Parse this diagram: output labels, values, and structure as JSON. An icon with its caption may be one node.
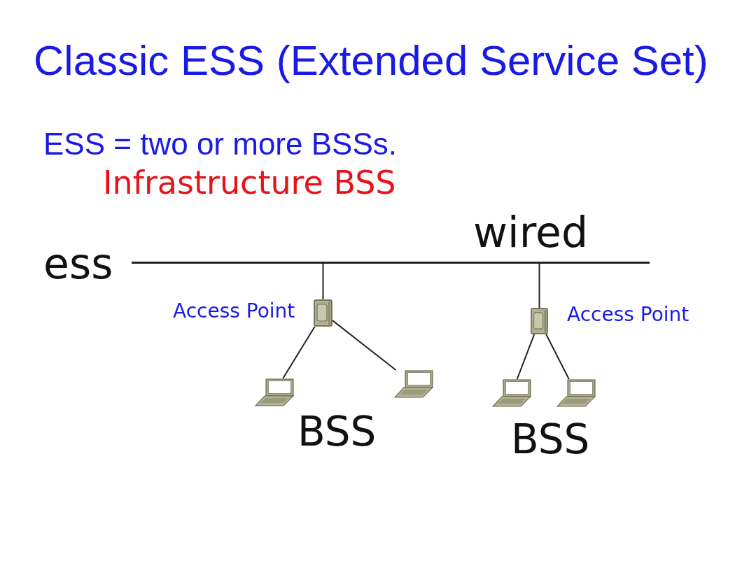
{
  "diagram": {
    "title": "Classic ESS (Extended Service Set)",
    "nodes": [
      {
        "text": [],
        "shape": "bar",
        "beside": [
          "ess",
          "wired"
        ]
      },
      {
        "text": [],
        "shape": "picture",
        "beside": [
          "Access Point"
        ]
      },
      {
        "text": [],
        "shape": "picture",
        "beside": [
          "Access Point"
        ]
      },
      {
        "text": [],
        "shape": "picture"
      },
      {
        "text": [],
        "shape": "picture"
      },
      {
        "text": [],
        "shape": "picture"
      },
      {
        "text": [],
        "shape": "picture"
      }
    ],
    "edges": [
      {
        "from": 0,
        "to": 1,
        "arrow": "none"
      },
      {
        "from": 0,
        "to": 2,
        "arrow": "none"
      },
      {
        "from": 1,
        "to": 3,
        "arrow": "none"
      },
      {
        "from": 1,
        "to": 4,
        "arrow": "none"
      },
      {
        "from": 2,
        "to": 5,
        "arrow": "none"
      },
      {
        "from": 2,
        "to": 6,
        "arrow": "none"
      }
    ],
    "labels": [
      "ESS = two or more BSSs.",
      "Infrastructure BSS",
      "BSS",
      "BSS"
    ]
  }
}
